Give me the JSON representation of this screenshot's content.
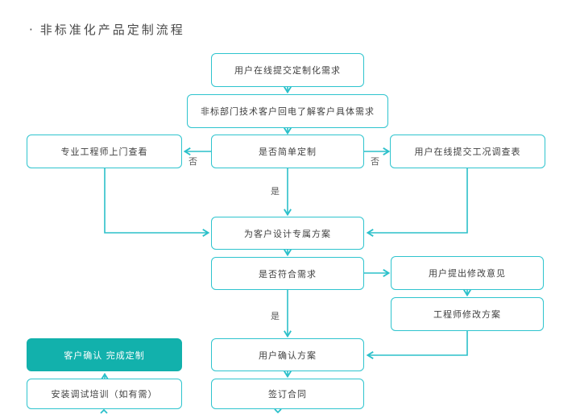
{
  "title": {
    "bullet": "·",
    "text": "非标准化产品定制流程"
  },
  "colors": {
    "accent": "#2bc0ca",
    "node_border": "#2ec4ce",
    "filled_node": "#12b1ac",
    "text": "#404040",
    "filled_text": "#ffffff"
  },
  "flow": {
    "nodes": {
      "submit_request": "用户在线提交定制化需求",
      "dept_callback": "非标部门技术客户回电了解客户具体需求",
      "engineer_visit": "专业工程师上门查看",
      "is_simple_custom": "是否简单定制",
      "submit_survey": "用户在线提交工况调查表",
      "design_plan": "为客户设计专属方案",
      "meets_needs": "是否符合需求",
      "user_feedback": "用户提出修改意见",
      "engineer_revise": "工程师修改方案",
      "custom_complete": "客户确认 完成定制",
      "confirm_plan": "用户确认方案",
      "install_training": "安装调试培训（如有需）",
      "sign_contract": "签订合同"
    },
    "edge_labels": {
      "no_left": "否",
      "no_right": "否",
      "yes_upper": "是",
      "yes_lower": "是"
    }
  }
}
